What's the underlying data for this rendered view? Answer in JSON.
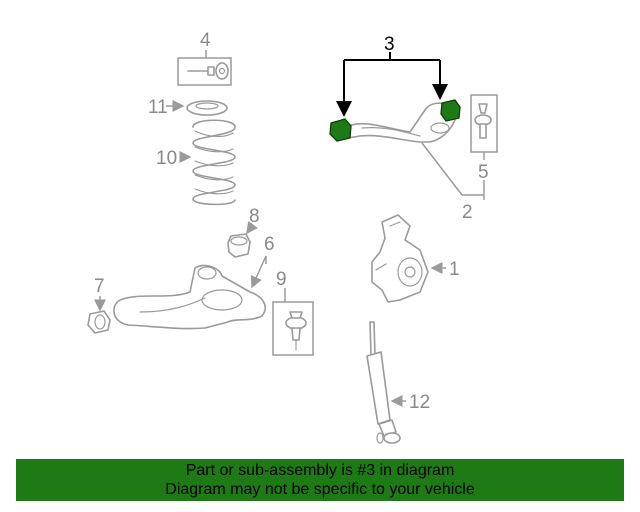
{
  "diagram": {
    "callouts": [
      "1",
      "2",
      "3",
      "4",
      "5",
      "6",
      "7",
      "8",
      "9",
      "10",
      "11",
      "12"
    ],
    "highlighted_part": "3",
    "highlight_color": "#1e7a14",
    "banner_color": "#1e7a14"
  },
  "banner": {
    "line1": "Part or sub-assembly is #3 in diagram",
    "line2": "Diagram may not be specific to your vehicle"
  }
}
